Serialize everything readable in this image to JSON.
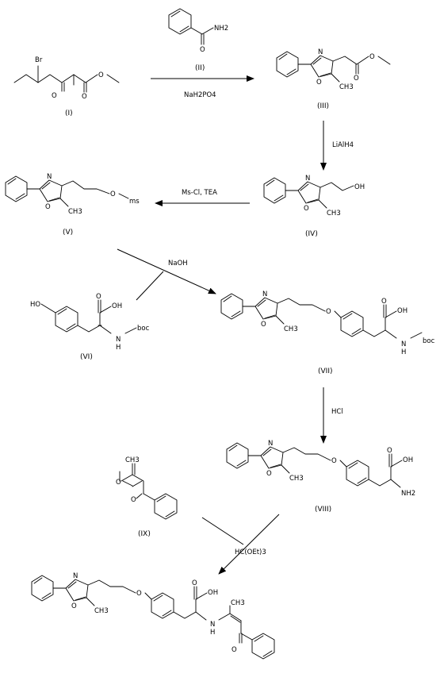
{
  "compounds": {
    "I": {
      "label": "(I)",
      "atoms": {
        "br": "Br",
        "o_keto": "O",
        "o_ester1": "O",
        "o_ester2": "O"
      }
    },
    "II": {
      "label": "(II)",
      "atoms": {
        "o": "O",
        "nh2": "NH2"
      }
    },
    "III": {
      "label": "(III)",
      "atoms": {
        "n": "N",
        "o_ring": "O",
        "o_ester1": "O",
        "o_ester2": "O",
        "methyl": "CH3"
      }
    },
    "IV": {
      "label": "(IV)",
      "atoms": {
        "n": "N",
        "o_ring": "O",
        "oh": "OH",
        "methyl": "CH3"
      }
    },
    "V": {
      "label": "(V)",
      "atoms": {
        "n": "N",
        "o_ring": "O",
        "o_ms": "O",
        "ms": "ms",
        "methyl": "CH3"
      }
    },
    "VI": {
      "label": "(VI)",
      "atoms": {
        "ho": "HO",
        "o": "O",
        "oh": "OH",
        "nh": "N",
        "h": "H",
        "boc": "boc"
      }
    },
    "VII": {
      "label": "(VII)",
      "atoms": {
        "n": "N",
        "o_ring": "O",
        "o_ether": "O",
        "methyl": "CH3",
        "o": "O",
        "oh": "OH",
        "nh": "N",
        "h": "H",
        "boc": "boc"
      }
    },
    "VIII": {
      "label": "(VIII)",
      "atoms": {
        "n": "N",
        "o_ring": "O",
        "o_ether": "O",
        "methyl": "CH3",
        "o": "O",
        "oh": "OH",
        "nh2": "NH2"
      }
    },
    "IX": {
      "label": "(IX)",
      "atoms": {
        "o1": "O",
        "o2": "O",
        "ch3": "CH3"
      }
    },
    "X": {
      "atoms": {
        "n": "N",
        "o_ring": "O",
        "o_ether": "O",
        "methyl": "CH3",
        "o": "O",
        "oh": "OH",
        "nh": "N",
        "h": "H",
        "ch3": "CH3",
        "o_keto": "O"
      }
    }
  },
  "reagents": {
    "step1": "NaH2PO4",
    "step2": "LiAlH4",
    "step3": "Ms-Cl, TEA",
    "step4": "NaOH",
    "step5": "HCl",
    "step6": "HC(OEt)3"
  }
}
